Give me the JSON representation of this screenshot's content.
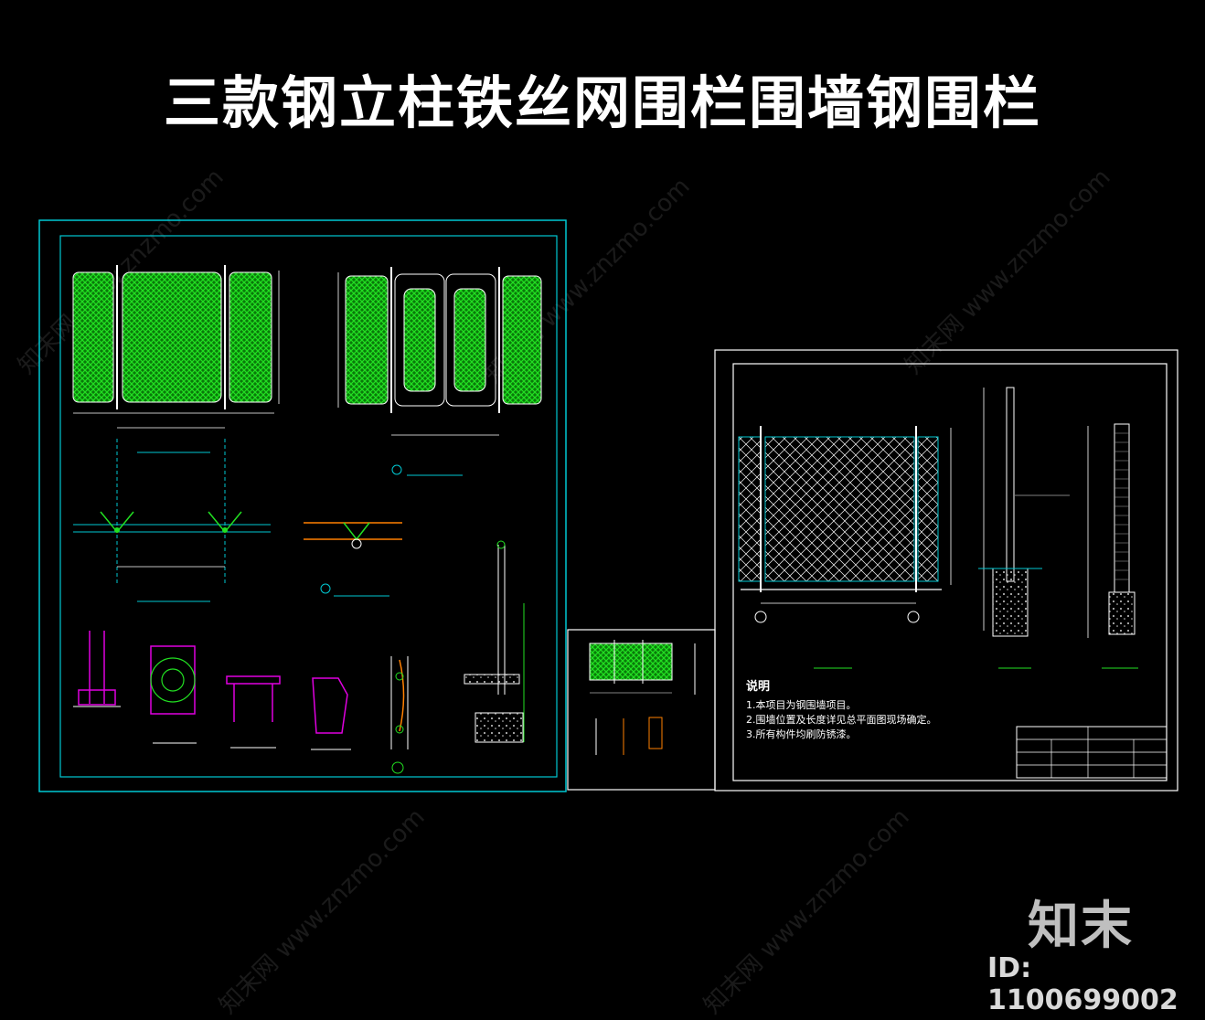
{
  "title": "三款钢立柱铁丝网围栏围墙钢围栏",
  "watermark": "知末网 www.znzmo.com",
  "logo": "知末",
  "id_label": "ID: 1100699002",
  "notes": {
    "heading": "说明",
    "lines": [
      "1.本项目为钢围墙项目。",
      "2.围墙位置及长度详见总平面图现场确定。",
      "3.所有构件均刷防锈漆。"
    ]
  },
  "colors": {
    "background": "#000000",
    "frame_cyan": "#00c8d2",
    "mesh_green": "#22e022",
    "line_white": "#ffffff",
    "magenta": "#e000e0",
    "orange": "#ff8000"
  }
}
